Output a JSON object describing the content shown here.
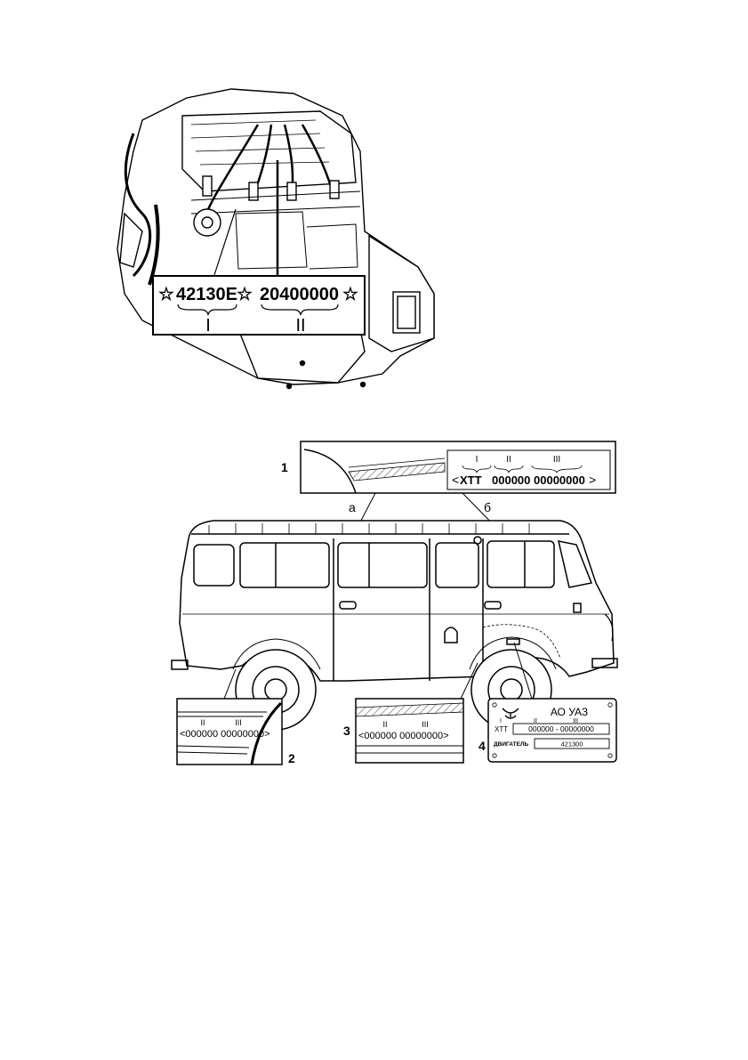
{
  "engine_plate": {
    "star": "☆",
    "model_code": "42130E",
    "serial_number": "20400000",
    "group_labels": [
      "I",
      "II"
    ]
  },
  "callouts": {
    "c1": "1",
    "c2": "2",
    "c3": "3",
    "c4": "4"
  },
  "view_labels": {
    "a": "а",
    "b": "б"
  },
  "vin_detail_1": {
    "group_labels": [
      "I",
      "II",
      "III"
    ],
    "open": "<",
    "prefix": "ХТТ",
    "model": "000000",
    "serial": "00000000",
    "close": ">"
  },
  "vin_detail_2": {
    "group_labels": [
      "II",
      "III"
    ],
    "text": "<000000  00000000>"
  },
  "vin_detail_3": {
    "group_labels": [
      "II",
      "III"
    ],
    "text": "<000000  00000000>"
  },
  "factory_plate": {
    "maker": "АО  УАЗ",
    "group_labels": [
      "I",
      "II",
      "III"
    ],
    "vin_prefix": "ХТТ",
    "vin_value": "000000 -  00000000",
    "engine_label": "ДВИГАТЕЛЬ",
    "engine_value": "421300"
  },
  "colors": {
    "ink": "#000000",
    "paper": "#ffffff",
    "shade": "#bdbdbd"
  }
}
